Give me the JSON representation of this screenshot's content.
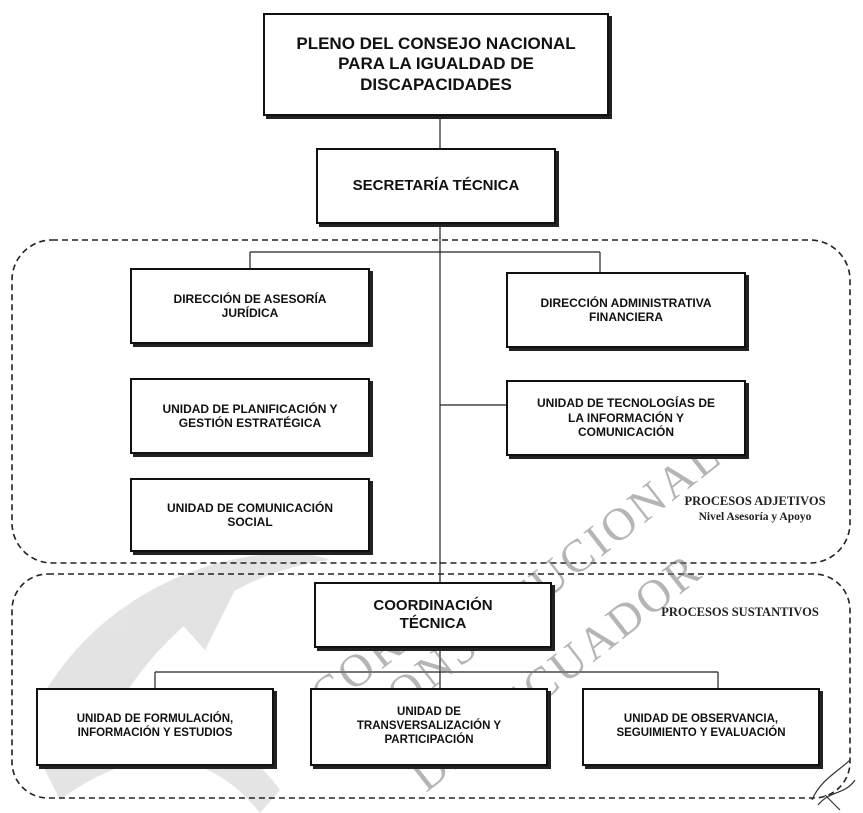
{
  "pleno": {
    "lines": [
      "PLENO DEL CONSEJO NACIONAL",
      "PARA LA IGUALDAD DE",
      "DISCAPACIDADES"
    ]
  },
  "secretaria": {
    "label": "SECRETARÍA TÉCNICA"
  },
  "adjetivos": {
    "direccion_juridica": [
      "DIRECCIÓN DE ASESORÍA",
      "JURÍDICA"
    ],
    "direccion_financiera": [
      "DIRECCIÓN ADMINISTRATIVA",
      "FINANCIERA"
    ],
    "planificacion": [
      "UNIDAD DE PLANIFICACIÓN Y",
      "GESTIÓN ESTRATÉGICA"
    ],
    "tecnologias": [
      "UNIDAD DE TECNOLOGÍAS DE",
      "LA INFORMACIÓN Y",
      "COMUNICACIÓN"
    ],
    "comunicacion": [
      "UNIDAD DE COMUNICACIÓN",
      "SOCIAL"
    ],
    "group_title": "PROCESOS ADJETIVOS",
    "group_subtitle": "Nivel Asesoría y Apoyo"
  },
  "sustantivos": {
    "coordinacion": [
      "COORDINACIÓN",
      "TÉCNICA"
    ],
    "group_title": "PROCESOS SUSTANTIVOS",
    "formulacion": [
      "UNIDAD DE FORMULACIÓN,",
      "INFORMACIÓN Y ESTUDIOS"
    ],
    "transversalizacion": [
      "UNIDAD DE",
      "TRANSVERSALIZACIÓN Y",
      "PARTICIPACIÓN"
    ],
    "observancia": [
      "UNIDAD DE OBSERVANCIA,",
      "SEGUIMIENTO Y EVALUACIÓN"
    ]
  },
  "watermark": {
    "lines": [
      "CORTE",
      "CONSTITUCIONAL",
      "DEL ECUADOR"
    ]
  }
}
